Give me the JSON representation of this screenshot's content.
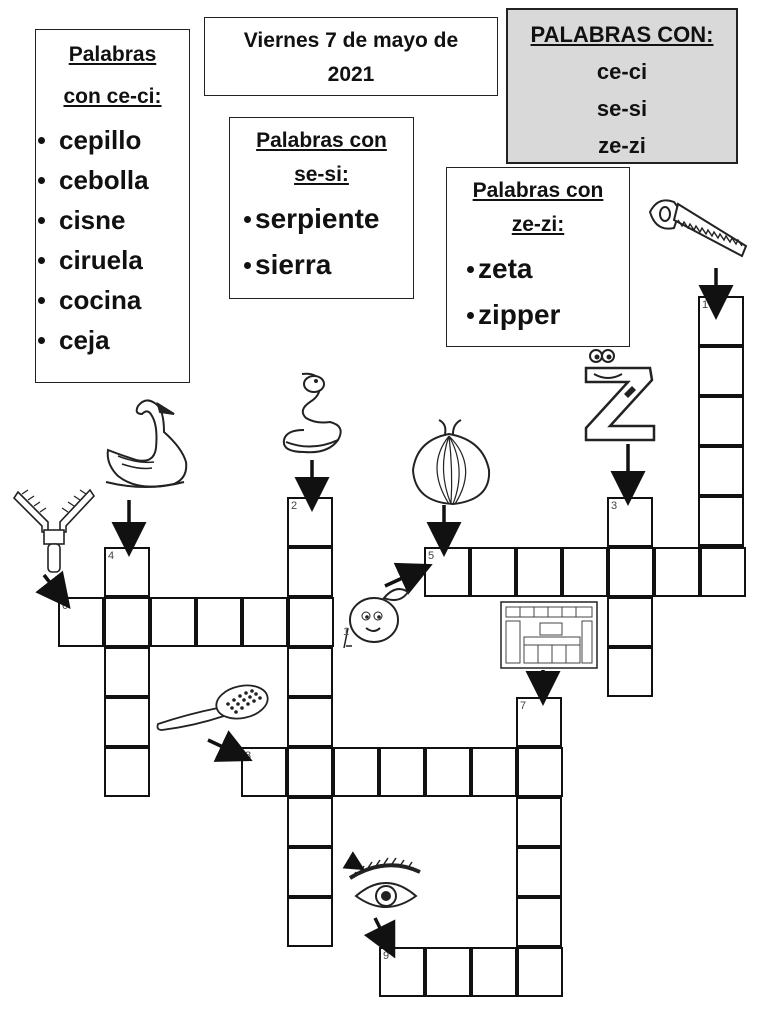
{
  "date_box": {
    "line1": "Viernes 7 de mayo de",
    "line2": "2021"
  },
  "summary_box": {
    "title": "PALABRAS CON:",
    "items": [
      "ce-ci",
      "se-si",
      "ze-zi"
    ],
    "bg": "#d9d9d9"
  },
  "list_ce_ci": {
    "header1": "Palabras",
    "header2": "con ce-ci:",
    "words": [
      "cepillo",
      "cebolla",
      "cisne",
      "ciruela",
      "cocina",
      "ceja"
    ]
  },
  "list_se_si": {
    "header1": "Palabras con",
    "header2": "se-si:",
    "words": [
      "serpiente",
      "sierra"
    ]
  },
  "list_ze_zi": {
    "header1": "Palabras con",
    "header2": "ze-zi:",
    "words": [
      "zeta",
      "zipper"
    ]
  },
  "crossword": {
    "clues": [
      {
        "number": "1",
        "length": 6,
        "direction": "down",
        "picture": "saw-icon"
      },
      {
        "number": "2",
        "length": 9,
        "direction": "down",
        "picture": "snake-icon"
      },
      {
        "number": "3",
        "length": 4,
        "direction": "down",
        "picture": "letter-z-icon"
      },
      {
        "number": "4",
        "length": 5,
        "direction": "down",
        "picture": "swan-icon"
      },
      {
        "number": "5",
        "length": 7,
        "direction": "across",
        "picture": "onion-icon"
      },
      {
        "number": "6",
        "length": 6,
        "direction": "across",
        "picture": "zipper-icon"
      },
      {
        "number": "7",
        "length": 6,
        "direction": "down",
        "picture": "kitchen-icon"
      },
      {
        "number": "8",
        "length": 7,
        "direction": "across",
        "picture": "hairbrush-icon"
      },
      {
        "number": "9",
        "length": 4,
        "direction": "across",
        "picture": "eye-eyebrow-icon"
      }
    ],
    "extra_number": "1"
  }
}
